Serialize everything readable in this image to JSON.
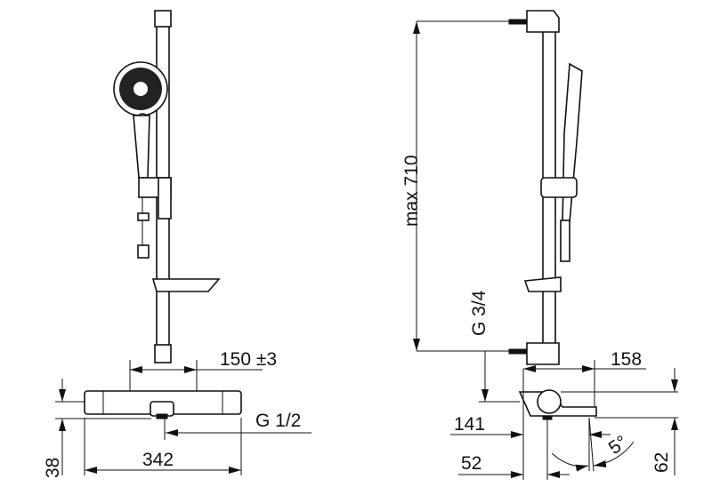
{
  "front_view": {
    "dim_spacing": "150 ±3",
    "dim_thread": "G 1/2",
    "dim_width": "342",
    "dim_depth": "38"
  },
  "side_view": {
    "dim_height": "max 710",
    "dim_thread": "G 3/4",
    "dim_projection": "158",
    "dim_141": "141",
    "dim_52": "52",
    "dim_angle": "5°",
    "dim_62": "62"
  }
}
